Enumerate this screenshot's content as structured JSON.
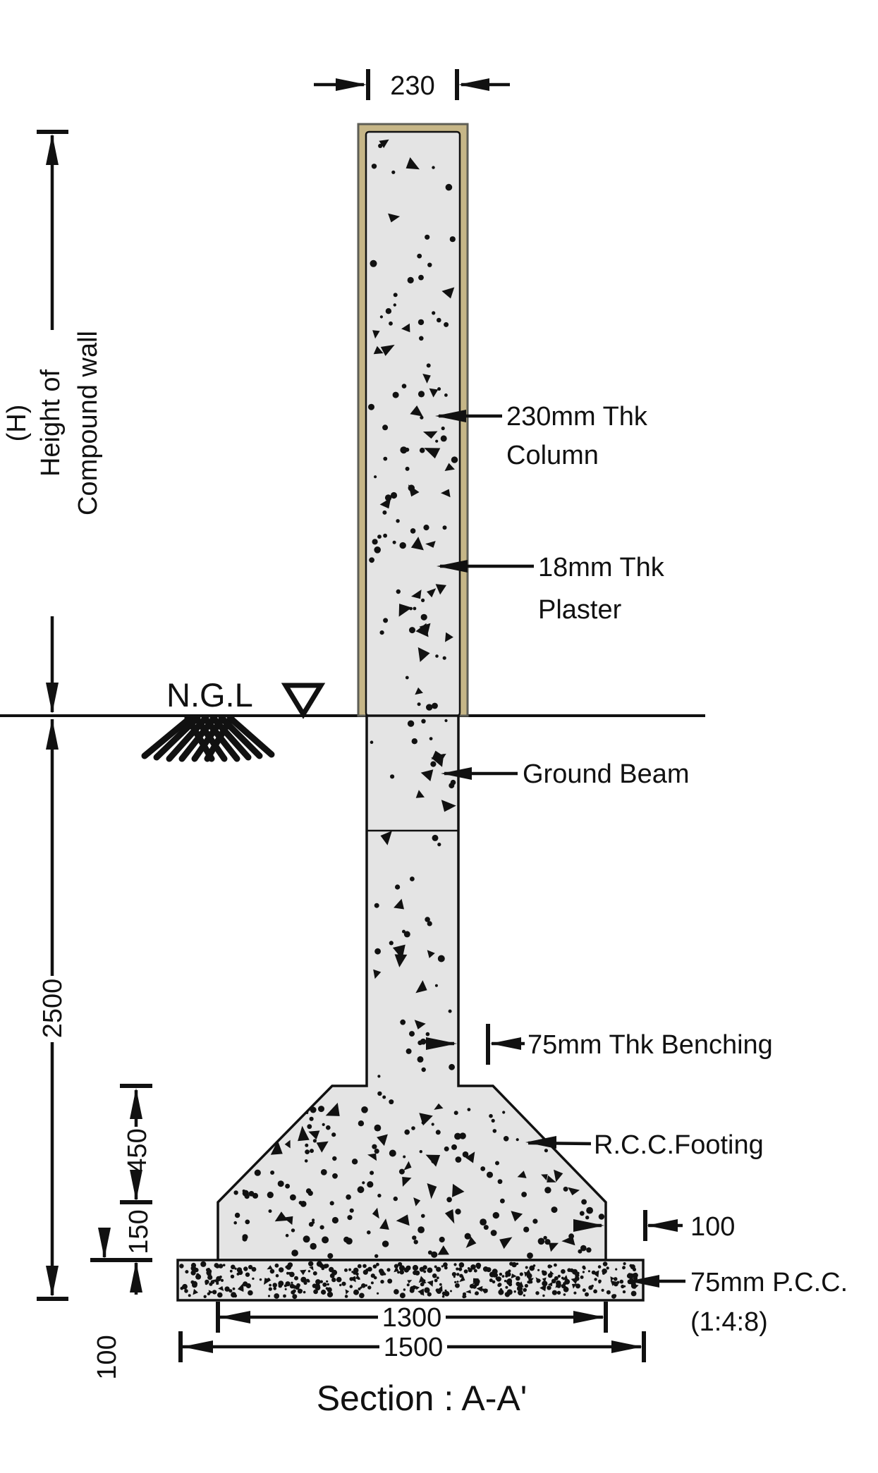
{
  "drawing": {
    "title": "Section : A-A'",
    "labels": {
      "ngl": "N.G.L",
      "column_l1": "230mm Thk",
      "column_l2": "Column",
      "plaster_l1": "18mm Thk",
      "plaster_l2": "Plaster",
      "ground_beam": "Ground Beam",
      "benching": "75mm Thk Benching",
      "footing": "R.C.C.Footing",
      "pcc_l1": "75mm P.C.C.",
      "pcc_l2": "(1:4:8)"
    },
    "dimensions": {
      "column_width": "230",
      "height_l1": "(H)",
      "height_l2": "Height of",
      "height_l3": "Compound wall",
      "depth": "2500",
      "footing_slope_height": "450",
      "footing_edge_height": "150",
      "pcc_projection": "100",
      "pcc_depth": "100",
      "footing_width": "1300",
      "pcc_width": "1500"
    },
    "colors": {
      "plaster": "#c6b687",
      "plaster_border": "#5e5e56",
      "concrete": "#e4e4e4",
      "line": "#111111",
      "background": "#ffffff"
    }
  }
}
